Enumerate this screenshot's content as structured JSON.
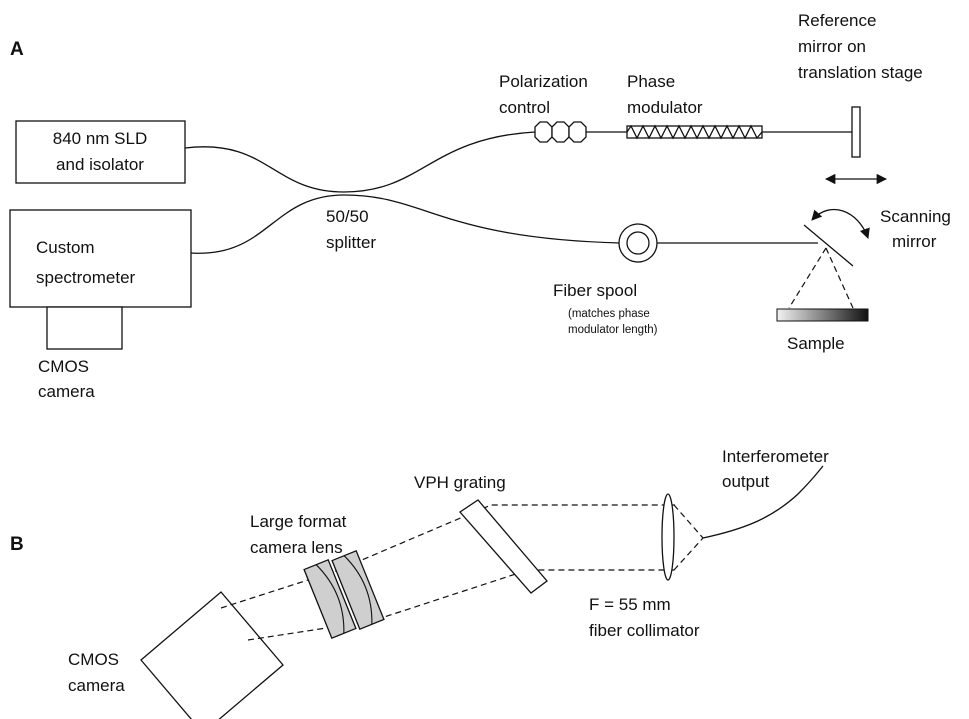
{
  "panel_a": {
    "letter": "A",
    "source_lines": [
      "840 nm SLD",
      "and isolator"
    ],
    "spectrometer_lines": [
      "Custom",
      "spectrometer"
    ],
    "camera_lines": [
      "CMOS",
      "camera"
    ],
    "splitter_lines": [
      "50/50",
      "splitter"
    ],
    "polarization_lines": [
      "Polarization",
      "control"
    ],
    "modulator_lines": [
      "Phase",
      "modulator"
    ],
    "reference_lines": [
      "Reference",
      "mirror on",
      "translation stage"
    ],
    "scanning_lines": [
      "Scanning",
      "mirror"
    ],
    "spool_label": "Fiber spool",
    "spool_note_lines": [
      "(matches phase",
      "modulator length)"
    ],
    "sample_label": "Sample"
  },
  "panel_b": {
    "letter": "B",
    "grating_label": "VPH grating",
    "lens_lines": [
      "Large format",
      "camera lens"
    ],
    "output_lines": [
      "Interferometer",
      "output"
    ],
    "collimator_lines": [
      "F = 55 mm",
      "fiber collimator"
    ],
    "camera_lines": [
      "CMOS",
      "camera"
    ]
  }
}
